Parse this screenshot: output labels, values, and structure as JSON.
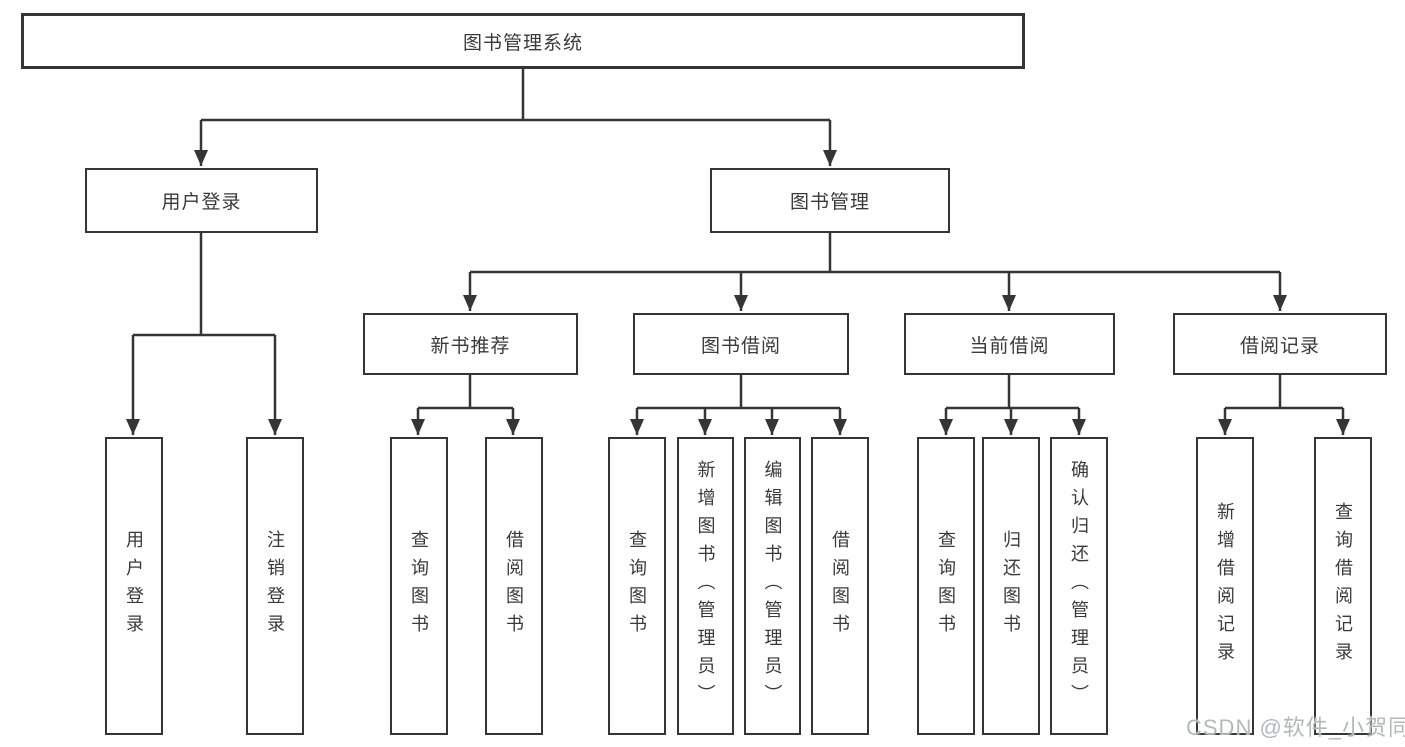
{
  "diagram": {
    "root": "图书管理系统",
    "level2": {
      "user_login": "用户登录",
      "book_mgmt": "图书管理"
    },
    "level3": {
      "new_books": "新书推荐",
      "book_borrow": "图书借阅",
      "current_borrow": "当前借阅",
      "borrow_records": "借阅记录"
    },
    "leaves": {
      "user_login": [
        "用户登录",
        "注销登录"
      ],
      "new_books": [
        "查询图书",
        "借阅图书"
      ],
      "book_borrow": [
        "查询图书",
        "新增图书（管理员）",
        "编辑图书（管理员）",
        "借阅图书"
      ],
      "current_borrow": [
        "查询图书",
        "归还图书",
        "确认归还（管理员）"
      ],
      "borrow_records": [
        "新增借阅记录",
        "查询借阅记录"
      ]
    }
  },
  "watermark": {
    "text": "CSDN @软件_小贺同学"
  },
  "colors": {
    "line": "#353535",
    "box_border": "#353535",
    "box_fill": "#ffffff",
    "text": "#3a3a3a",
    "watermark": "#b4b7bb"
  }
}
